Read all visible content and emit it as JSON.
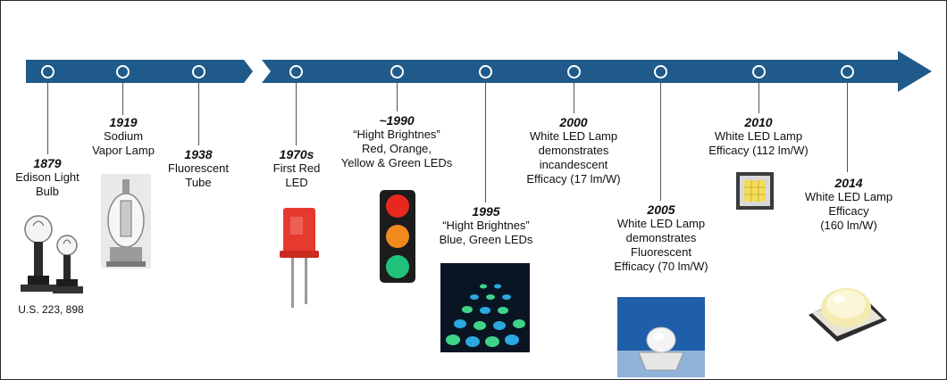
{
  "milestones": [
    {
      "year": "1879",
      "lines": [
        "Edison Light",
        "Bulb"
      ]
    },
    {
      "year": "1919",
      "lines": [
        "Sodium",
        "Vapor Lamp"
      ]
    },
    {
      "year": "1938",
      "lines": [
        "Fluorescent",
        "Tube"
      ]
    },
    {
      "year": "1970s",
      "lines": [
        "First Red",
        "LED"
      ]
    },
    {
      "year": "~1990",
      "lines": [
        "“Hight Brightnes”",
        "Red, Orange,",
        "Yellow & Green LEDs"
      ]
    },
    {
      "year": "1995",
      "lines": [
        "“Hight Brightnes”",
        "Blue, Green LEDs"
      ]
    },
    {
      "year": "2000",
      "lines": [
        "White LED Lamp",
        "demonstrates",
        "incandescent",
        "Efficacy (17 lm/W)"
      ]
    },
    {
      "year": "2005",
      "lines": [
        "White LED Lamp",
        "demonstrates",
        "Fluorescent",
        "Efficacy (70 lm/W)"
      ]
    },
    {
      "year": "2010",
      "lines": [
        "White LED Lamp",
        "Efficacy (112 lm/W)"
      ]
    },
    {
      "year": "2014",
      "lines": [
        "White LED Lamp",
        "Efficacy",
        "(160 lm/W)"
      ]
    }
  ],
  "patent_caption": "U.S. 223, 898",
  "colors": {
    "timeline": "#1f5a8a",
    "red_led": "#e63a2e",
    "traffic_red": "#e8281e",
    "traffic_amber": "#f08a1e",
    "traffic_green": "#1fc27a"
  }
}
